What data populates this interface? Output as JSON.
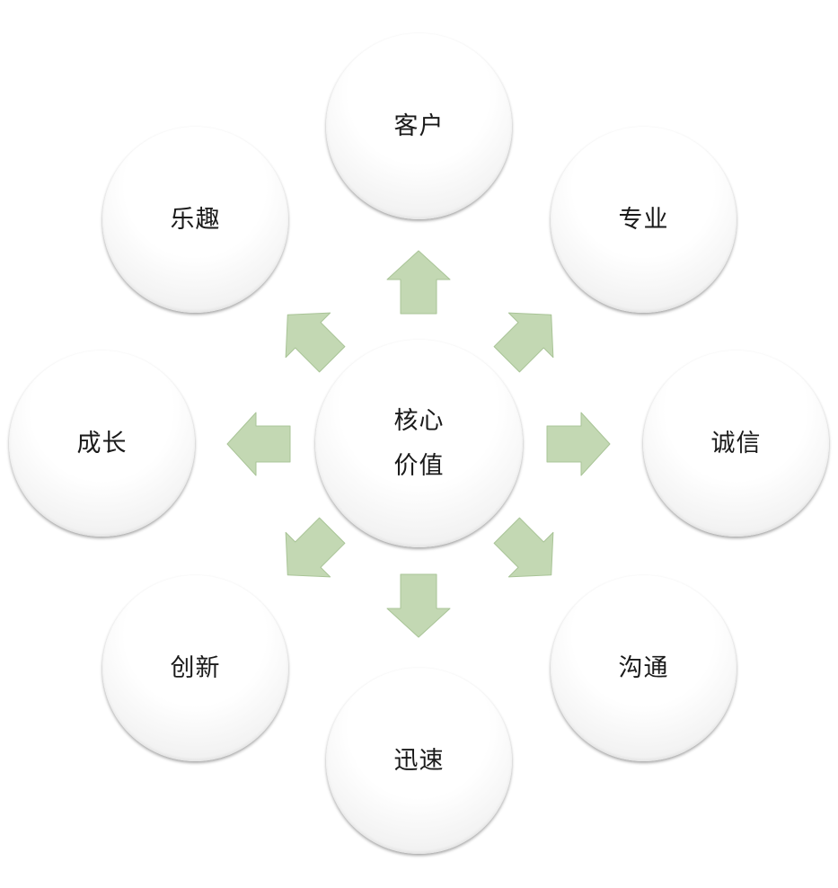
{
  "center": {
    "line1": "核心",
    "line2": "价值"
  },
  "nodes": [
    {
      "id": "customer",
      "label": "客户"
    },
    {
      "id": "professional",
      "label": "专业"
    },
    {
      "id": "integrity",
      "label": "诚信"
    },
    {
      "id": "communication",
      "label": "沟通"
    },
    {
      "id": "speed",
      "label": "迅速"
    },
    {
      "id": "innovation",
      "label": "创新"
    },
    {
      "id": "growth",
      "label": "成长"
    },
    {
      "id": "fun",
      "label": "乐趣"
    }
  ],
  "colors": {
    "arrow_fill": "#c3d8b3",
    "arrow_stroke": "#a9c497",
    "node_text": "#1a1a1a"
  }
}
